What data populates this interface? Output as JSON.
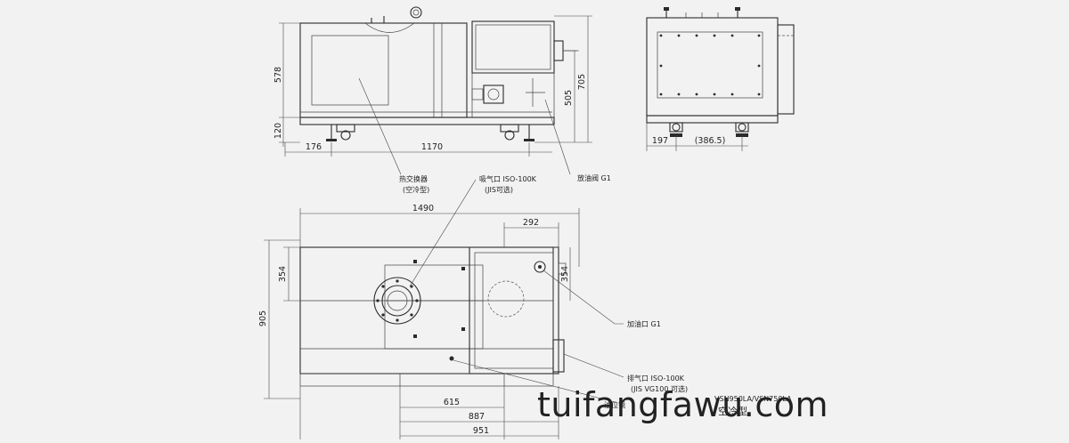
{
  "dimensions": {
    "side_height_upper": "578",
    "side_height_lower": "120",
    "side_offset": "176",
    "side_length": "1170",
    "side_inner_height": "505",
    "side_total_height": "705",
    "end_offset": "197",
    "end_width": "(386.5)",
    "top_length": "1490",
    "top_box_width": "292",
    "top_left_depth": "354",
    "top_right_depth": "354",
    "top_total_depth": "905",
    "top_pos_1": "615",
    "top_pos_2": "887",
    "top_pos_3": "951"
  },
  "callouts": {
    "heat_exchanger": "热交换器",
    "heat_exchanger_sub": "(空冷型)",
    "inlet": "吸气口 ISO-100K",
    "inlet_sub": "(JIS可选)",
    "drain_valve": "放油阀 G1",
    "oil_fill": "加油口 G1",
    "exhaust": "排气口 ISO-100K",
    "exhaust_sub": "(JIS VG100 可选)",
    "model": "VSN950LA/VSN750LA",
    "model_sub": "空冷型",
    "oil_level": "油位镜"
  },
  "watermark": "tuifangfawu.com"
}
